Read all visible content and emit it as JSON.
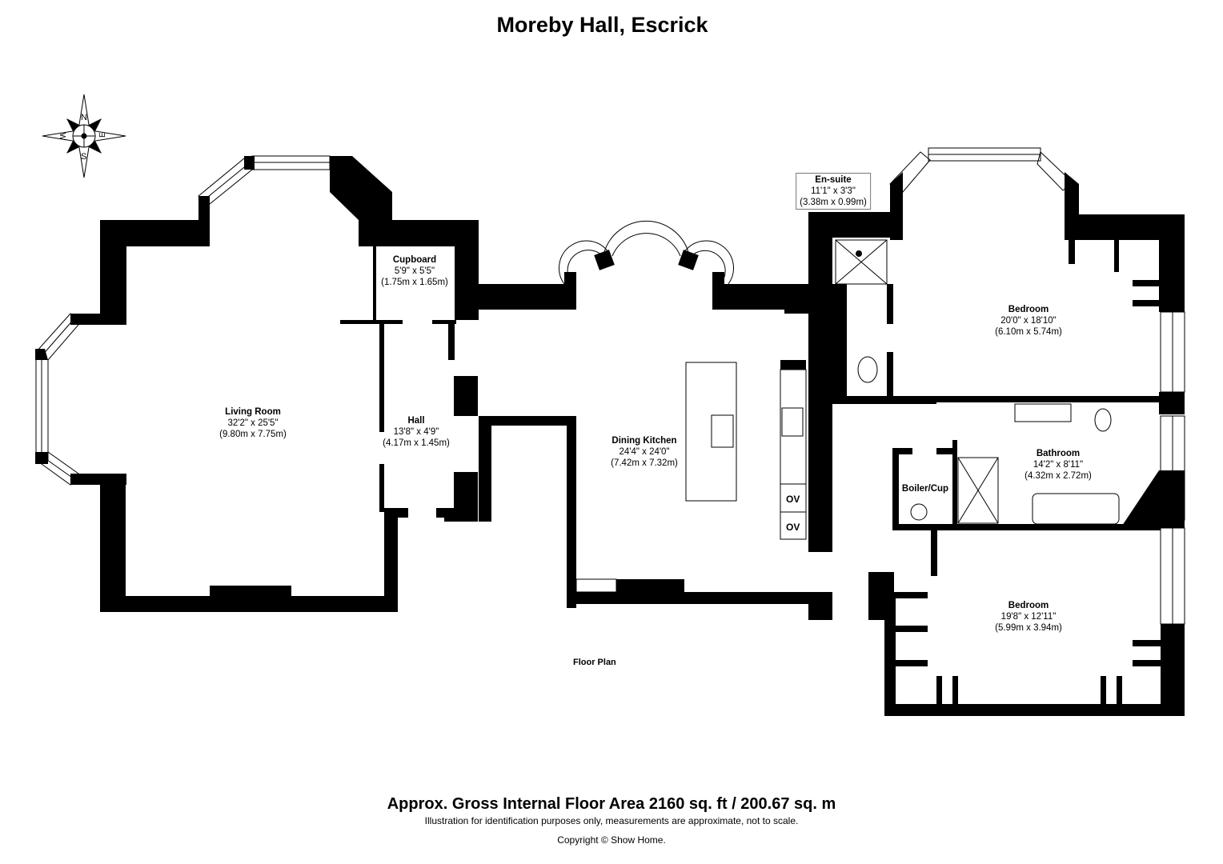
{
  "title": "Moreby Hall, Escrick",
  "compass": {
    "north": "N",
    "south": "S",
    "east": "E",
    "west": "W"
  },
  "rooms": [
    {
      "id": "living-room",
      "name": "Living Room",
      "imperial": "32'2\" x 25'5\"",
      "metric": "(9.80m x 7.75m)"
    },
    {
      "id": "cupboard",
      "name": "Cupboard",
      "imperial": "5'9\" x 5'5\"",
      "metric": "(1.75m x 1.65m)"
    },
    {
      "id": "hall",
      "name": "Hall",
      "imperial": "13'8\" x 4'9\"",
      "metric": "(4.17m x 1.45m)"
    },
    {
      "id": "dining-kitchen",
      "name": "Dining Kitchen",
      "imperial": "24'4\" x 24'0\"",
      "metric": "(7.42m x 7.32m)"
    },
    {
      "id": "en-suite",
      "name": "En-suite",
      "imperial": "11'1\" x 3'3\"",
      "metric": "(3.38m x 0.99m)"
    },
    {
      "id": "bedroom-1",
      "name": "Bedroom",
      "imperial": "20'0\" x 18'10\"",
      "metric": "(6.10m x 5.74m)"
    },
    {
      "id": "bathroom",
      "name": "Bathroom",
      "imperial": "14'2\" x 8'11\"",
      "metric": "(4.32m x 2.72m)"
    },
    {
      "id": "boiler-cupboard",
      "name": "Boiler/Cup",
      "imperial": "",
      "metric": ""
    },
    {
      "id": "bedroom-2",
      "name": "Bedroom",
      "imperial": "19'8\" x 12'11\"",
      "metric": "(5.99m x 3.94m)"
    }
  ],
  "appliances": {
    "oven_1": "OV",
    "oven_2": "OV"
  },
  "floor_label": "Floor Plan",
  "footer": {
    "area": "Approx. Gross Internal Floor Area 2160 sq. ft / 200.67 sq. m",
    "disclaimer": "Illustration for identification purposes only, measurements are approximate, not to scale.",
    "copyright": "Copyright © Show Home."
  }
}
